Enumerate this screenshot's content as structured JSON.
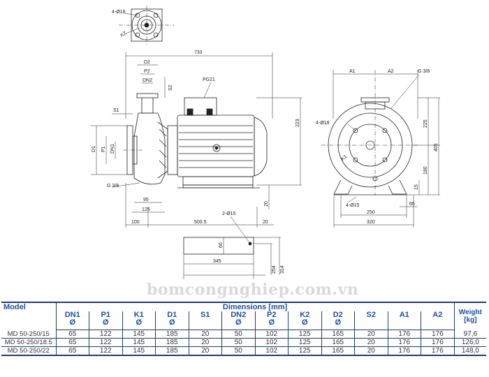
{
  "drawing": {
    "top_view": {
      "label_flange_holes": "4-Ø18",
      "label_k2": "K2"
    },
    "side_view": {
      "dim_total_length": "733",
      "dim_d2": "D2",
      "dim_p2": "P2",
      "dim_dn2": "DN2",
      "dim_s2": "S2",
      "dim_s1": "S1",
      "dim_d1": "D1",
      "dim_p1": "P1",
      "dim_dn1": "DN1",
      "label_pg21": "PG21",
      "label_g38": "G 3/8",
      "dim_223": "223",
      "dim_20_right": "20",
      "dim_95": "95",
      "dim_125": "125",
      "dim_100": "100",
      "dim_500_5": "500.5",
      "dim_20_bottom": "20"
    },
    "front_view": {
      "dim_a1": "A1",
      "dim_a2": "A2",
      "label_g38": "G 3/8",
      "label_4_18": "4-Ø18",
      "label_k1": "K1",
      "dim_225": "225",
      "dim_405": "405",
      "dim_180": "180",
      "dim_15": "15",
      "label_4_15": "4-Ø15",
      "dim_65": "65",
      "dim_250": "250",
      "dim_320": "320"
    },
    "base_view": {
      "label_2_15": "2-Ø15",
      "dim_60": "60",
      "dim_345": "345",
      "dim_254": "254",
      "dim_314": "314"
    },
    "watermark": "bomcongnghiep.com.vn"
  },
  "table": {
    "model_header": "Model",
    "dimensions_header": "Dimensions [mm]",
    "weight_header_line1": "Weight",
    "weight_header_line2": "[kg]",
    "columns": [
      {
        "name": "DN1",
        "sub": "Ø"
      },
      {
        "name": "P1",
        "sub": "Ø"
      },
      {
        "name": "K1",
        "sub": "Ø"
      },
      {
        "name": "D1",
        "sub": "Ø"
      },
      {
        "name": "S1",
        "sub": ""
      },
      {
        "name": "DN2",
        "sub": "Ø"
      },
      {
        "name": "P2",
        "sub": "Ø"
      },
      {
        "name": "K2",
        "sub": "Ø"
      },
      {
        "name": "D2",
        "sub": "Ø"
      },
      {
        "name": "S2",
        "sub": ""
      },
      {
        "name": "A1",
        "sub": ""
      },
      {
        "name": "A2",
        "sub": ""
      }
    ],
    "rows": [
      {
        "model": "MD 50-250/15",
        "values": [
          "65",
          "122",
          "145",
          "185",
          "20",
          "50",
          "102",
          "125",
          "165",
          "20",
          "176",
          "176"
        ],
        "weight": "97,6"
      },
      {
        "model": "MD 50-250/18.5",
        "values": [
          "65",
          "122",
          "145",
          "185",
          "20",
          "50",
          "102",
          "125",
          "165",
          "20",
          "176",
          "176"
        ],
        "weight": "126,0"
      },
      {
        "model": "MD 50-250/22",
        "values": [
          "65",
          "122",
          "145",
          "185",
          "20",
          "50",
          "102",
          "125",
          "165",
          "20",
          "176",
          "176"
        ],
        "weight": "148,0"
      }
    ]
  }
}
